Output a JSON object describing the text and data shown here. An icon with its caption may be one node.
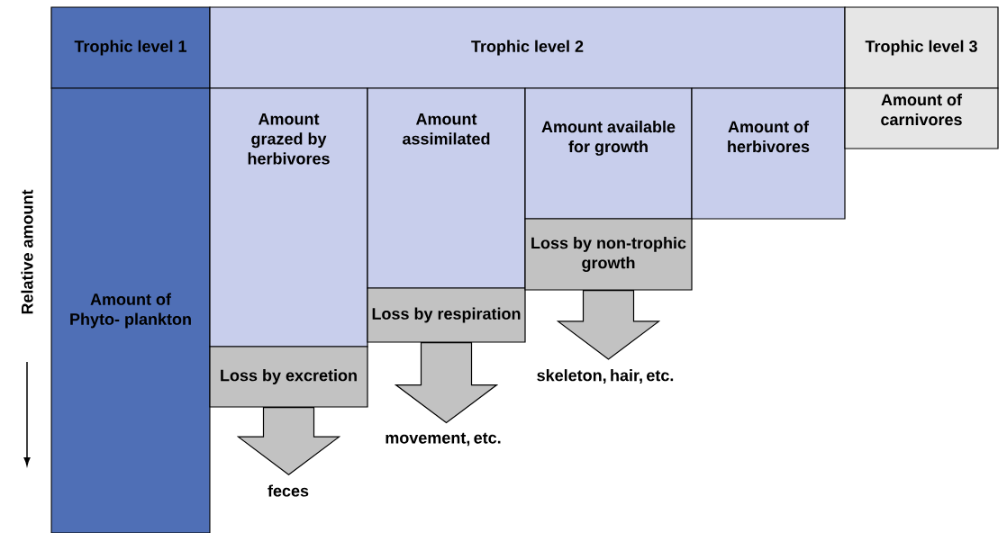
{
  "diagram": {
    "nodes": [
      {
        "text": [
          "Trophic level 1"
        ]
      },
      {
        "text": [
          "Trophic level 2"
        ]
      },
      {
        "text": [
          "Trophic level 3"
        ]
      },
      {
        "text": [
          "Amount of Phyto- plankton"
        ]
      },
      {
        "text": [
          "Amount grazed by herbivores"
        ]
      },
      {
        "text": [
          "Amount assimilated"
        ]
      },
      {
        "text": [
          "Amount available for growth"
        ]
      },
      {
        "text": [
          "Amount of herbivores"
        ]
      },
      {
        "text": [
          "Amount of carnivores"
        ]
      },
      {
        "text": [
          "Loss by excretion"
        ]
      },
      {
        "text": [
          "Loss by respiration"
        ]
      },
      {
        "text": [
          "Loss by non-trophic growth"
        ]
      },
      {
        "text": [
          "feces"
        ]
      },
      {
        "text": [
          "movement, etc."
        ]
      },
      {
        "text": [
          "skeleton, hair, etc."
        ]
      }
    ],
    "edges": [
      {
        "from": 9,
        "to": 12,
        "arrow": "to"
      },
      {
        "from": 10,
        "to": 13,
        "arrow": "to"
      },
      {
        "from": 11,
        "to": 14,
        "arrow": "to"
      }
    ],
    "labels": [
      "Relative amount"
    ]
  }
}
